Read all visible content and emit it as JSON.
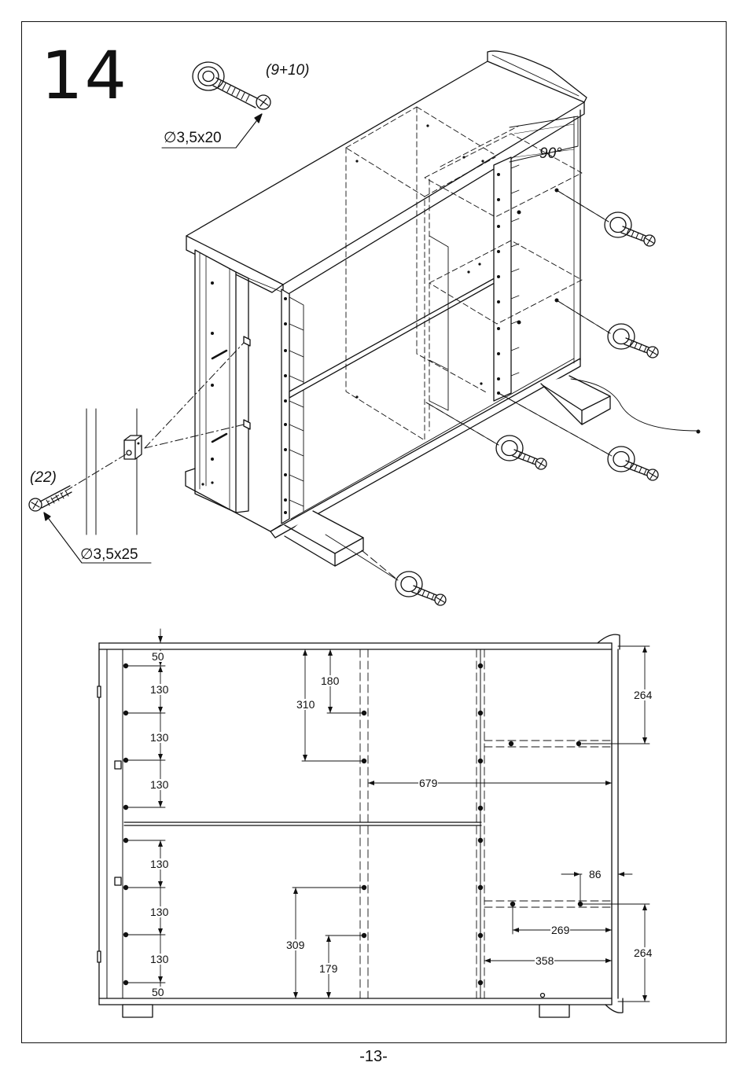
{
  "step": "14",
  "page_number": "-13-",
  "parts": {
    "top_screw_qty": "(9+10)",
    "top_screw_size": "∅3,5x20",
    "bracket_qty": "(22)",
    "bracket_screw_size": "∅3,5x25",
    "angle": "90°"
  },
  "dimensions": {
    "left_top_offset": "50",
    "left_spacing_1": "130",
    "left_spacing_2": "130",
    "left_spacing_3": "130",
    "left_spacing_4": "130",
    "left_spacing_5": "130",
    "left_spacing_6": "130",
    "left_bottom_offset": "50",
    "mid_upper_short": "180",
    "mid_upper_long": "310",
    "mid_lower_long": "309",
    "mid_lower_short": "179",
    "width_upper": "679",
    "right_top": "264",
    "right_bottom": "264",
    "right_edge_offset": "86",
    "right_rail_269": "269",
    "right_rail_358": "358"
  }
}
